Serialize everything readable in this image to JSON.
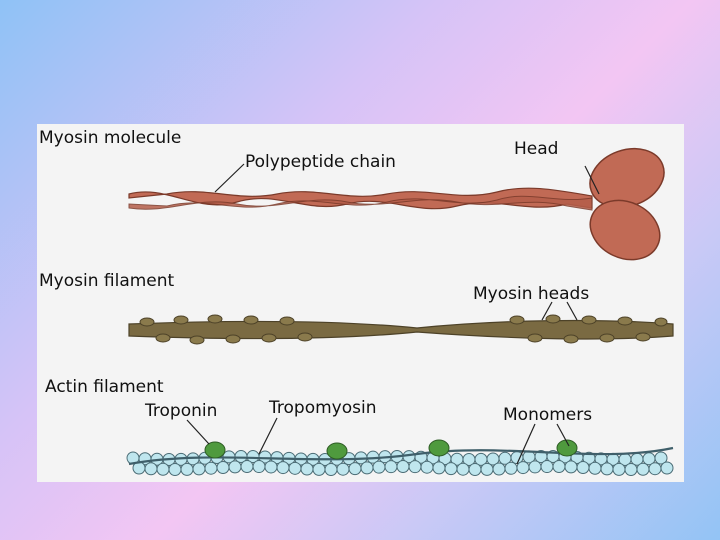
{
  "diagram": {
    "panels": {
      "myosin_molecule": {
        "title": "Myosin molecule",
        "labels": {
          "chain": "Polypeptide chain",
          "head": "Head"
        }
      },
      "myosin_filament": {
        "title": "Myosin filament",
        "labels": {
          "heads": "Myosin heads"
        }
      },
      "actin_filament": {
        "title": "Actin filament",
        "labels": {
          "troponin": "Troponin",
          "tropomyosin": "Tropomyosin",
          "monomers": "Monomers"
        }
      }
    },
    "colors": {
      "myosin": "#c16a55",
      "myosin_dark": "#7b3a2a",
      "filament": "#7a6a42",
      "actin": "#bfe6ee",
      "troponin": "#4f9a3e",
      "figure_bg": "#f4f4f4"
    }
  }
}
